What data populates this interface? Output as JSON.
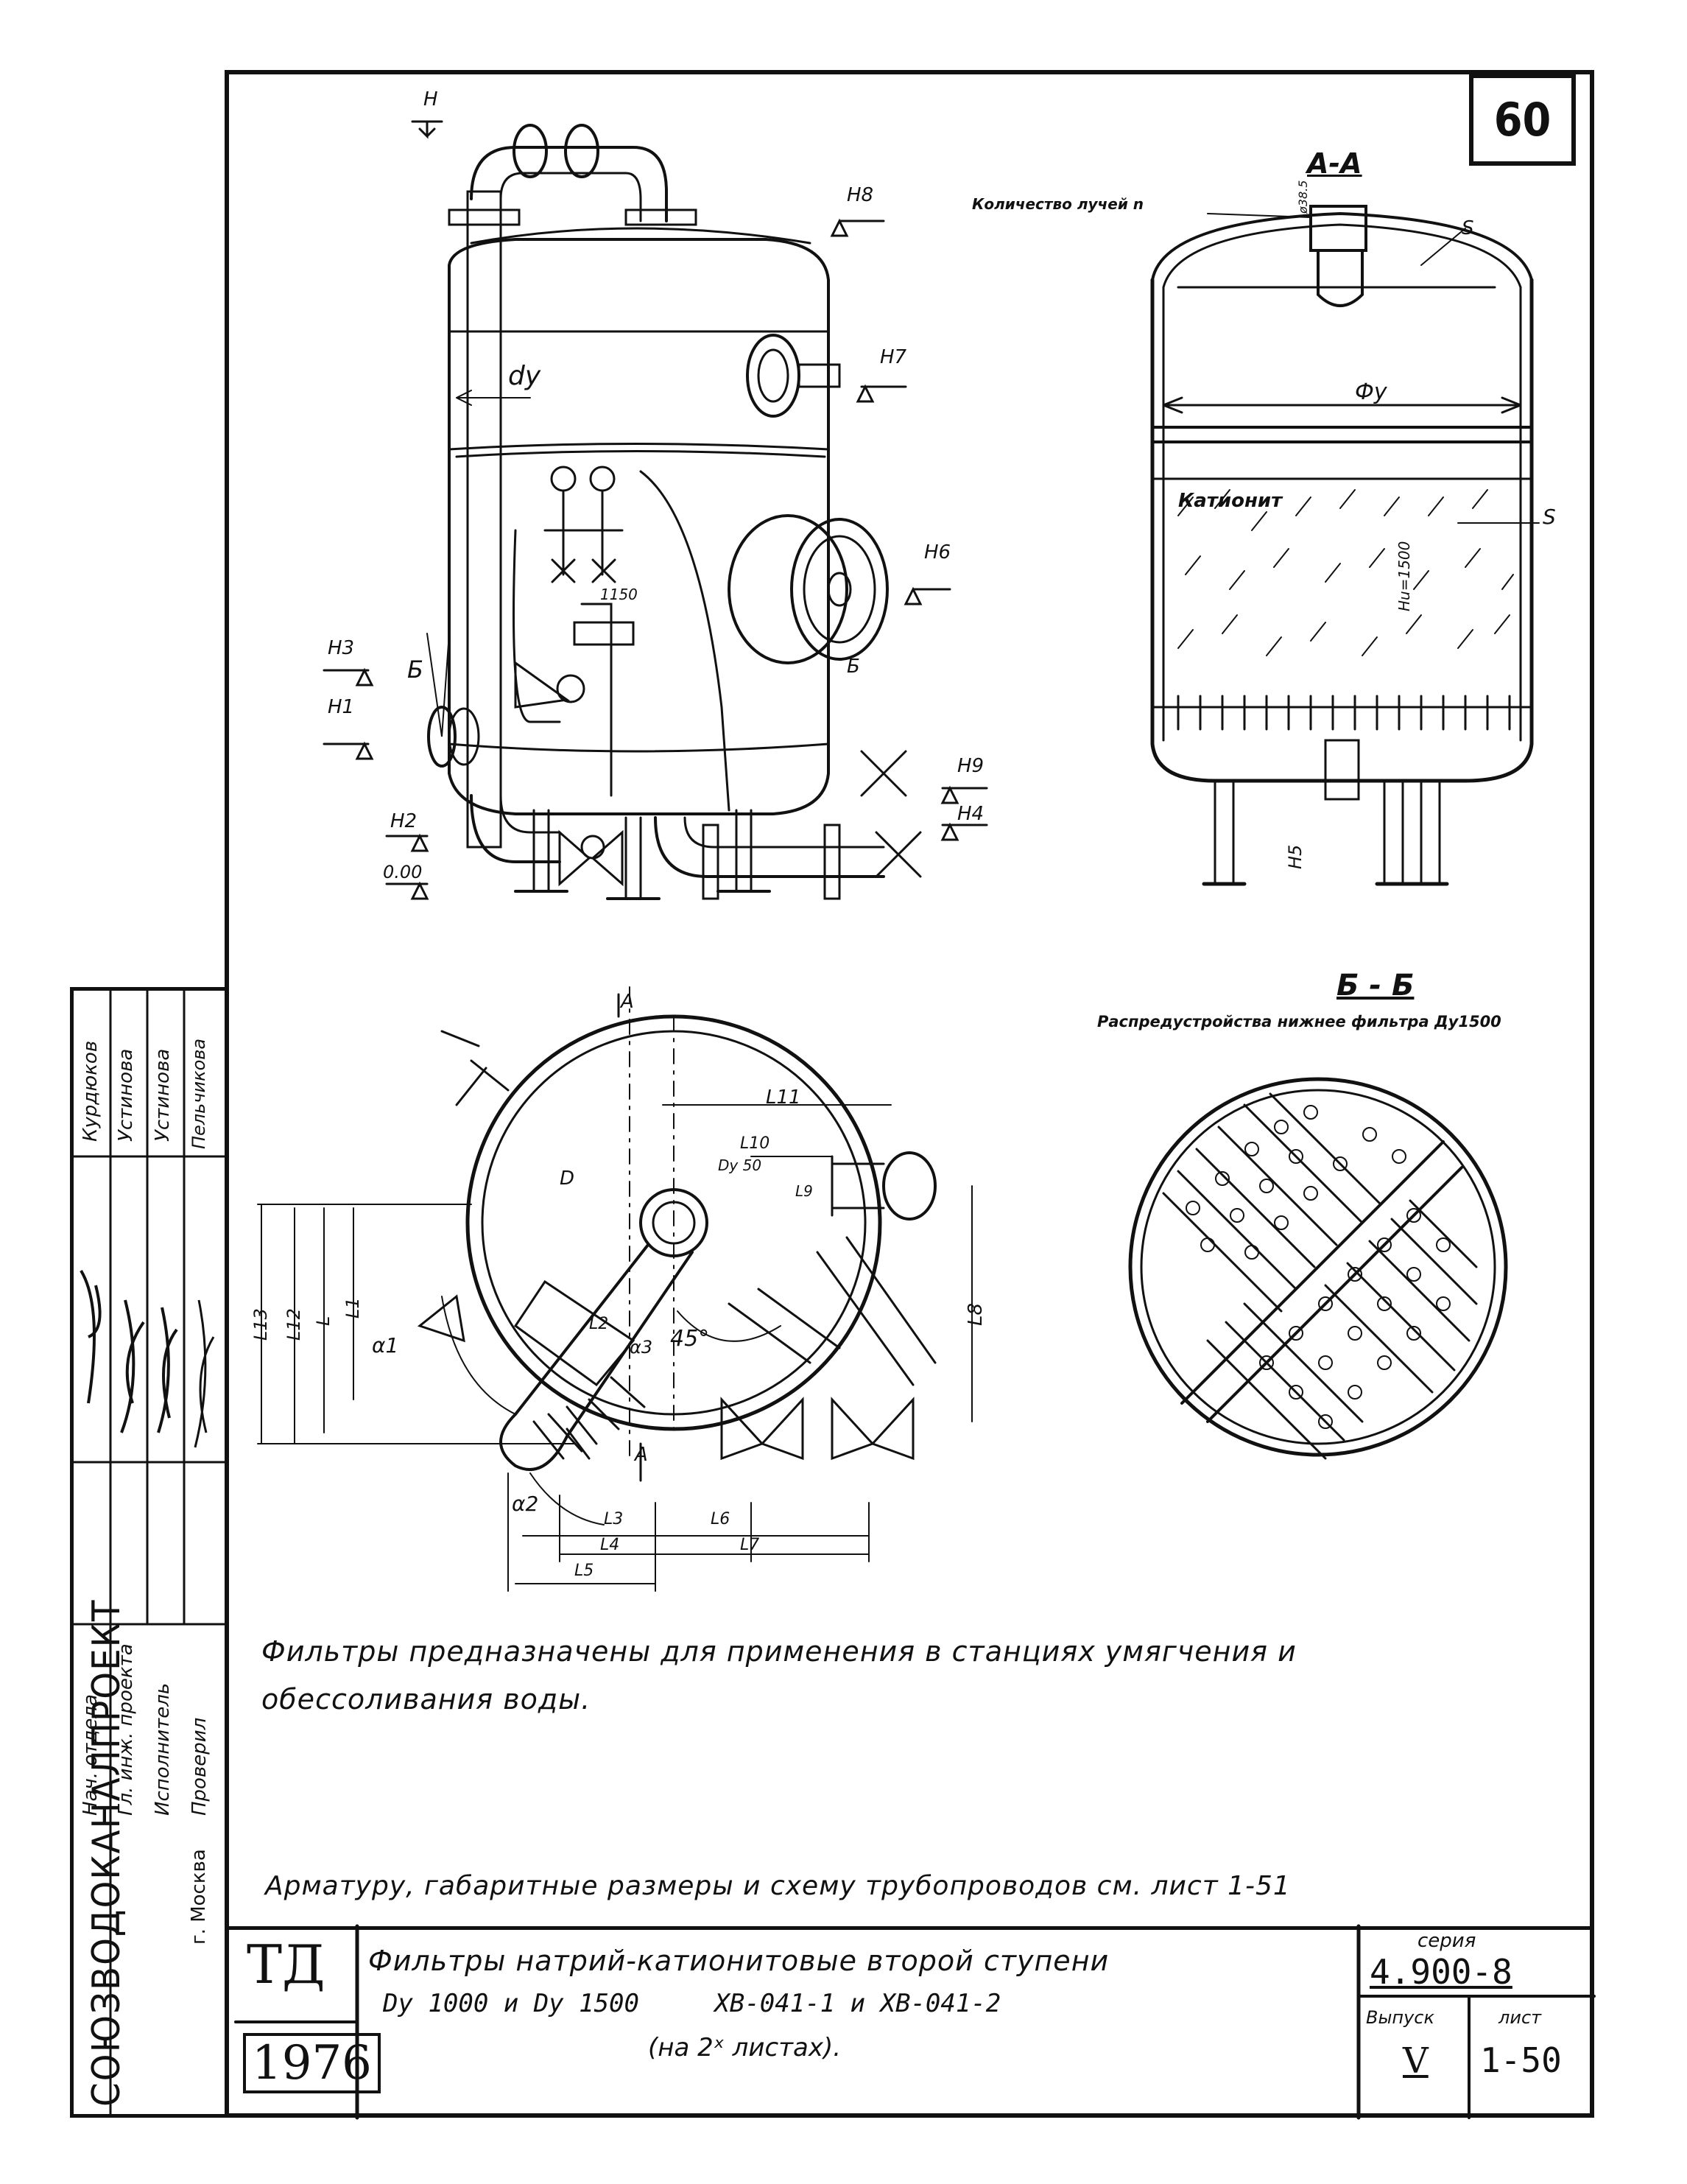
{
  "sheet_number": "60",
  "views": {
    "section_aa_title": "А-А",
    "section_bb_title": "Б - Б",
    "section_bb_subtitle": "Распредустройства нижнее фильтра Ду1500",
    "rays_note": "Количество лучей n"
  },
  "labels_front": {
    "h": "H",
    "h8": "H8",
    "h7": "H7",
    "h6": "H6",
    "h3": "H3",
    "h1": "H1",
    "h2": "H2",
    "h9": "H9",
    "h4": "H4",
    "zero": "0.00",
    "dy": "dy",
    "b1": "Б",
    "b2": "Б",
    "dim_1150": "1150"
  },
  "labels_section": {
    "phi_y": "Фy",
    "cationite": "Катионит",
    "s_top": "S",
    "s_side": "S",
    "hu": "Hu=1500",
    "h5": "H5",
    "d": "ø38.5"
  },
  "labels_plan": {
    "a_top": "A",
    "a_bottom": "A",
    "l11": "L11",
    "l10": "L10",
    "dy50": "Dy 50",
    "l9": "L9",
    "d": "D",
    "l13": "L13",
    "l12": "L12",
    "l": "L",
    "l1": "L1",
    "l2": "L2",
    "l8": "L8",
    "a1": "α1",
    "a2": "α2",
    "a3": "α3",
    "deg45": "45°",
    "l3": "L3",
    "l4": "L4",
    "l5": "L5",
    "l6": "L6",
    "l7": "L7"
  },
  "stamp_roles": [
    "Нач. отдела",
    "Гл. инж. проекта",
    "Исполнитель",
    "Проверил"
  ],
  "stamp_names": [
    "Курдюков",
    "Устинова",
    "Устинова",
    "Пельчикова"
  ],
  "organization": "СОЮЗВОДОКАНАЛПРОЕКТ",
  "city": "г. Москва",
  "notes": {
    "purpose_line1": "Фильтры предназначены для применения в станциях умягчения и",
    "purpose_line2": "обессоливания воды.",
    "reference": "Арматуру, габаритные размеры и схему трубопроводов см. лист 1-51"
  },
  "title_block": {
    "td": "ТД",
    "year": "1976",
    "title_line1": "Фильтры натрий-катионитовые второй ступени",
    "title_line2": "Dy 1000 и Dy 1500     ХВ-041-1 и ХВ-041-2",
    "title_line3": "(на 2ˣ листах).",
    "series_label": "серия",
    "series_value": "4.900-8",
    "issue_label": "Выпуск",
    "issue_value": "V",
    "sheet_label": "лист",
    "sheet_value": "1-50"
  }
}
